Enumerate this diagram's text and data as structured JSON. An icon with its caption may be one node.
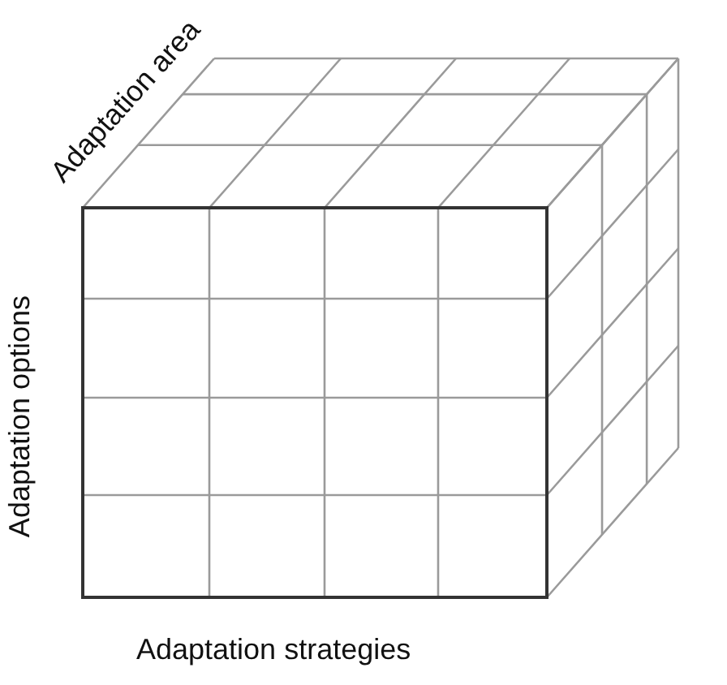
{
  "diagram": {
    "labels": [
      "Adaptation area",
      "Adaptation options",
      "Adaptation strategies"
    ]
  }
}
